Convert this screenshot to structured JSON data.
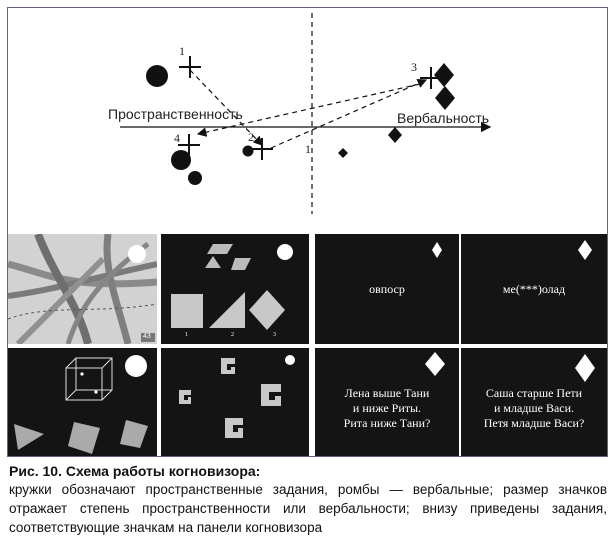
{
  "diagram": {
    "axis_left_label": "Пространственность",
    "axis_right_label": "Вербальность",
    "markers": [
      "1",
      "2",
      "3",
      "4",
      "1"
    ]
  },
  "tasks": [
    {
      "text": ""
    },
    {
      "text": "",
      "numbers": [
        "1",
        "2",
        "3"
      ]
    },
    {
      "text": "овпоср"
    },
    {
      "text": "ме(***)олад"
    },
    {
      "text": ""
    },
    {
      "text": ""
    },
    {
      "text": "Лена выше Тани\nи ниже Риты.\nРита ниже Тани?"
    },
    {
      "text": "Саша старше Пети\nи младше Васи.\nПетя младше Васи?"
    }
  ],
  "map_badge": "43",
  "caption": {
    "title": "Рис. 10. Схема работы когновизора:",
    "body": "кружки обозначают пространственные задания, ромбы — вербальные; размер значков отражает степень пространственности или вербальности; внизу приведены задания, соответствующие значкам на панели когновизора"
  }
}
